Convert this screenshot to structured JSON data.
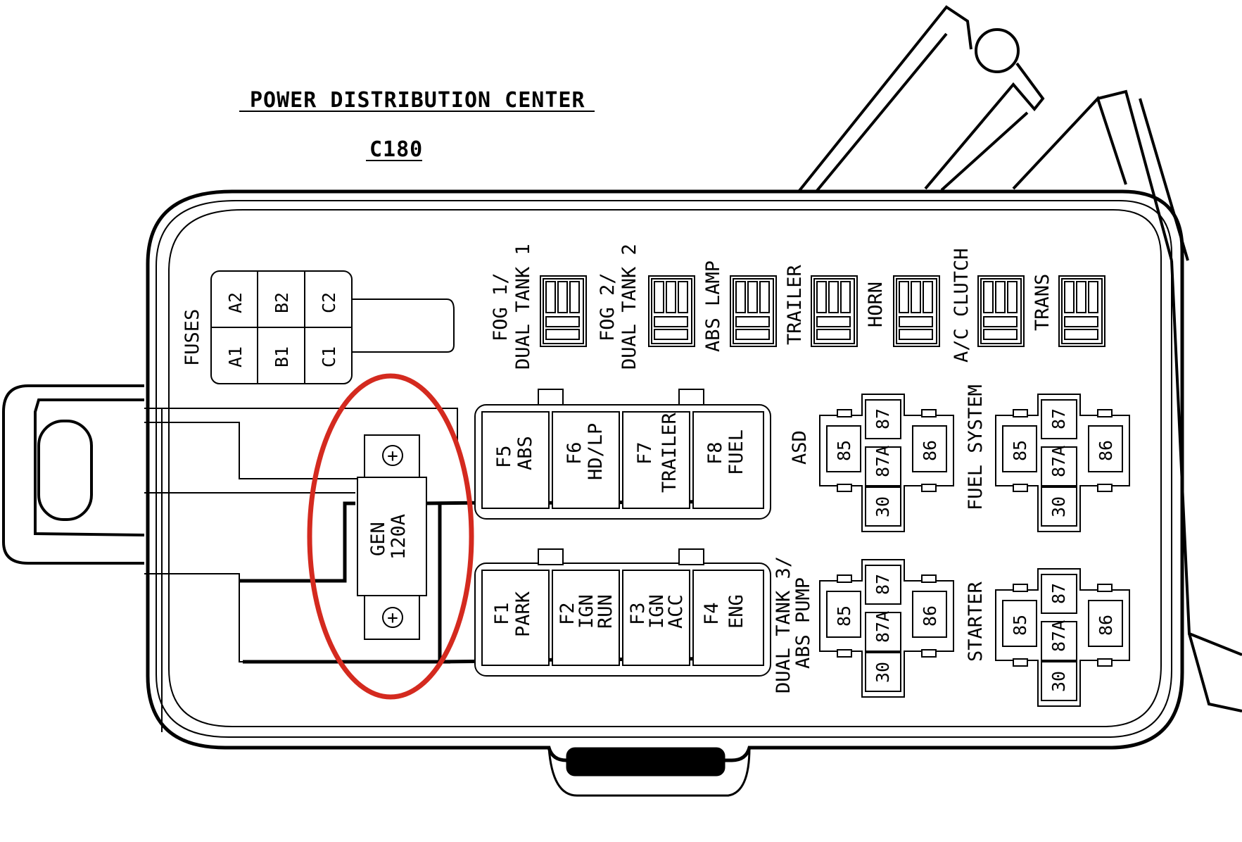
{
  "title": "POWER DISTRIBUTION CENTER",
  "connector": "C180",
  "fuses_label": "FUSES",
  "mini_fuses": [
    "A2",
    "B2",
    "C2",
    "A1",
    "B1",
    "C1"
  ],
  "relay_labels": {
    "fog1": [
      "FOG 1/",
      "DUAL TANK 1"
    ],
    "fog2": [
      "FOG 2/",
      "DUAL TANK 2"
    ],
    "abs_lamp": "ABS LAMP",
    "trailer": "TRAILER",
    "horn": "HORN",
    "ac_clutch": "A/C CLUTCH",
    "trans": "TRANS"
  },
  "cartridge_fuses_top": [
    {
      "id": "F5",
      "name": "ABS"
    },
    {
      "id": "F6",
      "name": "HD/LP"
    },
    {
      "id": "F7",
      "name": "TRAILER"
    },
    {
      "id": "F8",
      "name": "FUEL"
    }
  ],
  "cartridge_fuses_bottom": [
    {
      "id": "F1",
      "name": "PARK"
    },
    {
      "id": "F2",
      "name": "IGN",
      "name2": "RUN"
    },
    {
      "id": "F3",
      "name": "IGN",
      "name2": "ACC"
    },
    {
      "id": "F4",
      "name": "ENG"
    }
  ],
  "gen_fuse": {
    "line1": "GEN",
    "line2": "120A"
  },
  "big_relays": {
    "asd": "ASD",
    "fuel_system": "FUEL SYSTEM",
    "dual_tank3": [
      "DUAL TANK 3/",
      "ABS PUMP"
    ],
    "starter": "STARTER"
  },
  "relay_terminals": {
    "t87": "87",
    "t87a": "87A",
    "t85": "85",
    "t86": "86",
    "t30": "30"
  },
  "colors": {
    "line": "#000000",
    "highlight": "#d42a1f",
    "background": "#ffffff"
  }
}
